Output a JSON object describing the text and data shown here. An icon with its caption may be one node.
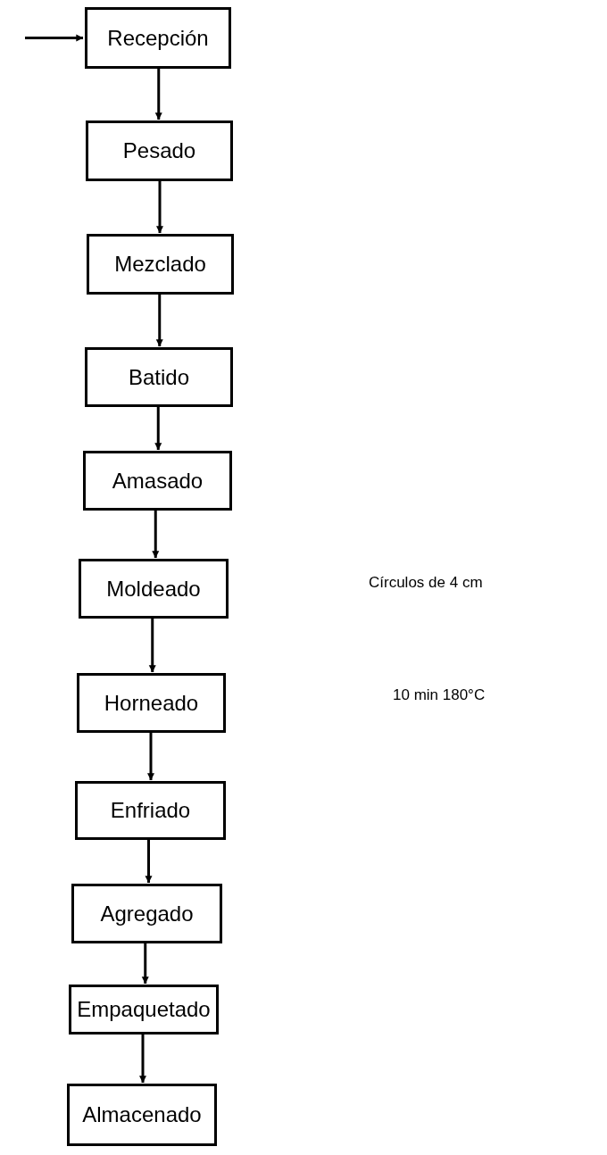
{
  "diagram": {
    "nodes": [
      {
        "text": [
          "Recepción"
        ]
      },
      {
        "text": [
          "Pesado"
        ]
      },
      {
        "text": [
          "Mezclado"
        ]
      },
      {
        "text": [
          "Batido"
        ]
      },
      {
        "text": [
          "Amasado"
        ]
      },
      {
        "text": [
          "Moldeado"
        ]
      },
      {
        "text": [
          "Horneado"
        ]
      },
      {
        "text": [
          "Enfriado"
        ]
      },
      {
        "text": [
          "Agregado"
        ]
      },
      {
        "text": [
          "Empaquetado"
        ]
      },
      {
        "text": [
          "Almacenado"
        ]
      }
    ],
    "edges": [
      {
        "from": null,
        "to": 0,
        "arrow": "to"
      },
      {
        "from": 0,
        "to": 1,
        "arrow": "to"
      },
      {
        "from": 1,
        "to": 2,
        "arrow": "to"
      },
      {
        "from": 2,
        "to": 3,
        "arrow": "to"
      },
      {
        "from": 3,
        "to": 4,
        "arrow": "to"
      },
      {
        "from": 4,
        "to": 5,
        "arrow": "to"
      },
      {
        "from": 5,
        "to": 6,
        "arrow": "to"
      },
      {
        "from": 6,
        "to": 7,
        "arrow": "to"
      },
      {
        "from": 7,
        "to": 8,
        "arrow": "to"
      },
      {
        "from": 8,
        "to": 9,
        "arrow": "to"
      },
      {
        "from": 9,
        "to": 10,
        "arrow": "to"
      }
    ],
    "labels": [
      "Círculos de 4 cm",
      "10 min 180°C"
    ]
  }
}
